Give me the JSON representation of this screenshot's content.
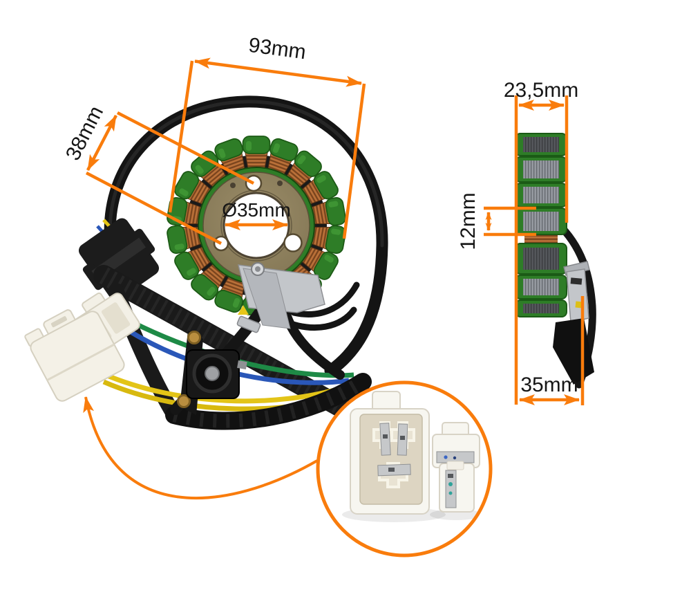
{
  "image": {
    "description": "annotated product photo of an 18-pole motorcycle stator with wiring, connectors, side profile view and connector close-up inset",
    "background": "#ffffff",
    "accent_color": "#f97c0c",
    "text_color": "#161616"
  },
  "annotations": {
    "outer_width": "93mm",
    "mount_hole_spacing": "38mm",
    "bore_diameter": "Ø35mm",
    "side_width_top": "23,5mm",
    "pole_height": "12mm",
    "side_width_bottom": "35mm"
  },
  "colors": {
    "copper": "#a8602e",
    "bobbin_green": "#2e7d27",
    "ring_bronze": "#8d7e5c",
    "cable_black": "#141414",
    "connector_white": "#f7f6f0",
    "wire_yellow": "#e3c417",
    "wire_blue": "#2a57b8",
    "wire_green": "#1e8a46",
    "metal_silver": "#c3c6ca"
  }
}
